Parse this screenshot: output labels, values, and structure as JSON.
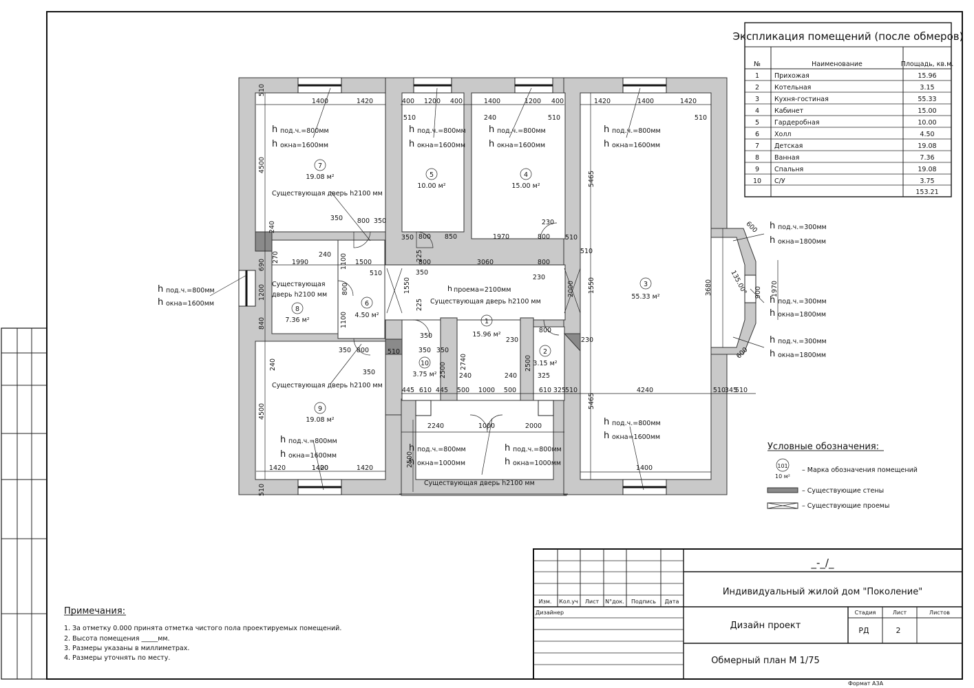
{
  "explication": {
    "title": "Экспликация помещений (после обмеров)",
    "headers": [
      "№",
      "Наименование",
      "Площадь, кв.м."
    ],
    "rows": [
      [
        "1",
        "Прихожая",
        "15.96"
      ],
      [
        "2",
        "Котельная",
        "3.15"
      ],
      [
        "3",
        "Кухня-гостиная",
        "55.33"
      ],
      [
        "4",
        "Кабинет",
        "15.00"
      ],
      [
        "5",
        "Гардеробная",
        "10.00"
      ],
      [
        "6",
        "Холл",
        "4.50"
      ],
      [
        "7",
        "Детская",
        "19.08"
      ],
      [
        "8",
        "Ванная",
        "7.36"
      ],
      [
        "9",
        "Спальня",
        "19.08"
      ],
      [
        "10",
        "С/У",
        "3.75"
      ]
    ],
    "total": "153.21"
  },
  "rooms": [
    {
      "num": "1",
      "area": "15.96 м²"
    },
    {
      "num": "2",
      "area": "3.15 м²"
    },
    {
      "num": "3",
      "area": "55.33 м²"
    },
    {
      "num": "4",
      "area": "15.00 м²"
    },
    {
      "num": "5",
      "area": "10.00 м²"
    },
    {
      "num": "6",
      "area": "4.50 м²"
    },
    {
      "num": "7",
      "area": "19.08 м²"
    },
    {
      "num": "8",
      "area": "7.36 м²"
    },
    {
      "num": "9",
      "area": "19.08 м²"
    },
    {
      "num": "10",
      "area": "3.75 м²"
    }
  ],
  "window_notes": {
    "h_sill_800": "под.ч.=800мм",
    "h_sill_300": "под.ч.=300мм",
    "h_win_1600": "окна=1600мм",
    "h_win_1800": "окна=1800мм",
    "h_win_1000": "окна=1000мм",
    "h": "h"
  },
  "door_notes": {
    "existing_door": "Существующая дверь h2100 мм",
    "existing_door_split_1": "Существующая",
    "existing_door_split_2": "дверь h2100 мм",
    "opening_h": "проема=2100мм",
    "angle": "135.00°"
  },
  "dimensions": {
    "top_7": [
      "1400",
      "1420"
    ],
    "top_5": [
      "400",
      "1200",
      "400"
    ],
    "top_4": [
      "240",
      "1400",
      "1200",
      "400"
    ],
    "top_3": [
      "1420",
      "1400",
      "1420"
    ],
    "wall": "510",
    "v_4500": "4500",
    "v_5465": "5465",
    "v_3680": "3680",
    "v_1970": "1970",
    "v_1550": "1550",
    "v_2740": "2740",
    "v_2500": "2500",
    "v_1200": "1200",
    "v_1100": "1100",
    "v_690": "690",
    "v_840": "840",
    "v_240": "240",
    "v_270": "270",
    "v_225": "225",
    "v_2000": "2000",
    "v_900": "900",
    "v_600": "600",
    "h_1990": "1990",
    "h_1500": "1500",
    "h_3060": "3060",
    "h_4240": "4240",
    "h_2240": "2240",
    "h_2000": "2000",
    "h_1000": "1000",
    "h_1970": "1970",
    "h_850": "850",
    "h_800": "800",
    "h_350": "350",
    "h_230": "230",
    "h_240": "240",
    "h_445": "445",
    "h_610": "610",
    "h_500": "500",
    "h_325": "325",
    "h_345": "345"
  },
  "legend": {
    "title": "Условные обозначения:",
    "sample_num": "101",
    "sample_area": "10 м²",
    "items": [
      "– Марка обозначения помещений",
      "– Существующие стены",
      "– Существующие проемы"
    ]
  },
  "notes": {
    "title": "Примечания:",
    "items": [
      "1.   За отметку 0.000 принята отметка чистого пола проектируемых помещений.",
      "2.   Высота помещения _____мм.",
      "3.   Размеры указаны в миллиметрах.",
      "4.   Размеры уточнять по месту."
    ]
  },
  "stamp": {
    "code": "_-_/_",
    "project": "Индивидуальный жилой дом \"Поколение\"",
    "cols": [
      "Изм.",
      "Кол.уч",
      "Лист",
      "N°док.",
      "Подпись",
      "Дата"
    ],
    "designer": "Дизайнер",
    "stage_label": "Дизайн проект",
    "sheet_title": "Обмерный план М 1/75",
    "stadia": "Стадия",
    "list": "Лист",
    "listov": "Листов",
    "stadia_val": "РД",
    "list_val": "2",
    "format": "Формат А3А"
  }
}
